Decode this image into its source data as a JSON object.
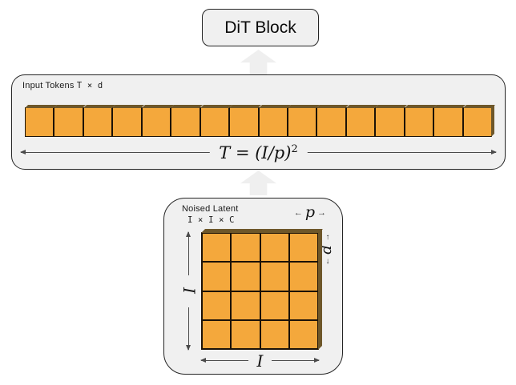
{
  "dit_block": {
    "label": "DiT Block"
  },
  "input_tokens": {
    "title": "Input Tokens ",
    "dims": "T × d",
    "token_count": 16,
    "formula_base": "T = (I/p)",
    "formula_exp": "2"
  },
  "noised_latent": {
    "title": "Noised Latent",
    "dims": "I × I × C",
    "grid_rows": 4,
    "grid_cols": 4,
    "cell_count": 16,
    "image_side_label": "I",
    "patch_side_label": "p"
  },
  "icons": {
    "arrow_left": "←",
    "arrow_right": "→",
    "arrow_up": "↑",
    "arrow_down": "↓"
  },
  "colors": {
    "token_orange": "#F4A83C",
    "token_edge": "#6e572a",
    "panel_bg": "#f0f0f0",
    "panel_border": "#252525",
    "block_arrow": "#efefef",
    "arrow_line": "#4a4a4a"
  }
}
